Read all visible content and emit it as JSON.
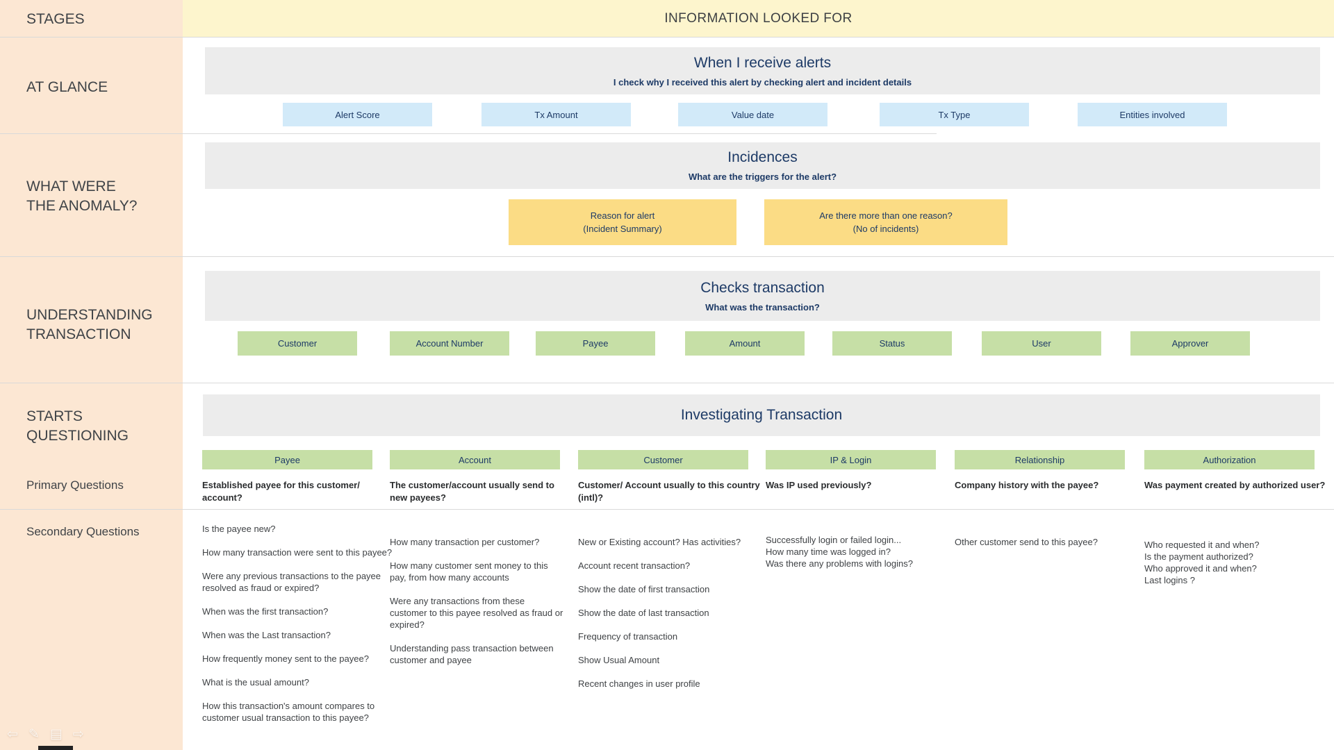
{
  "colors": {
    "sidebar_bg": "#fce7d3",
    "top_band_bg": "#fdf5cd",
    "section_band_bg": "#ececec",
    "chip_blue": "#d2eaf9",
    "chip_yellow": "#fbdc85",
    "chip_green": "#c6dfa6",
    "navy_text": "#1d3a66",
    "dark_text": "#3d4043"
  },
  "stages_header": "STAGES",
  "info_header": "INFORMATION LOOKED FOR",
  "sidebar": {
    "at_glance": "AT GLANCE",
    "anomaly": "WHAT WERE\nTHE ANOMALY?",
    "understanding": "UNDERSTANDING\nTRANSACTION",
    "questioning": "STARTS\nQUESTIONING",
    "primary": "Primary Questions",
    "secondary": "Secondary Questions"
  },
  "sections": {
    "alerts": {
      "title": "When I receive alerts",
      "subtitle": "I check why I received this alert by checking alert and incident details",
      "chips": [
        "Alert Score",
        "Tx Amount",
        "Value date",
        "Tx Type",
        "Entities involved"
      ]
    },
    "incidences": {
      "title": "Incidences",
      "subtitle": "What are the triggers for the alert?",
      "chips": [
        "Reason for alert\n(Incident Summary)",
        "Are there more than one reason?\n(No of incidents)"
      ]
    },
    "checks": {
      "title": "Checks transaction",
      "subtitle": "What was the transaction?",
      "chips": [
        "Customer",
        "Account Number",
        "Payee",
        "Amount",
        "Status",
        "User",
        "Approver"
      ]
    },
    "investigating": {
      "title": "Investigating Transaction",
      "columns": [
        {
          "header": "Payee",
          "primary": "Established payee for this customer/ account?",
          "secondary": [
            "Is the payee new?",
            "How many transaction were sent to this payee?",
            "Were any previous transactions to the payee resolved as fraud or expired?",
            "When was the first transaction?",
            "When was the Last transaction?",
            "How frequently money sent to the payee?",
            "What is the usual amount?",
            "How this transaction's amount compares to customer usual transaction to this payee?"
          ]
        },
        {
          "header": "Account",
          "primary": "The customer/account usually send to new payees?",
          "secondary": [
            "How many transaction per customer?",
            "How many customer sent money to this pay, from how many accounts",
            "Were any transactions from these customer to this payee resolved as fraud or expired?",
            "Understanding pass transaction between customer and payee"
          ]
        },
        {
          "header": "Customer",
          "primary": "Customer/ Account usually to this country (intl)?",
          "secondary": [
            "New or Existing account? Has activities?",
            "Account recent transaction?",
            "Show the date of first transaction",
            "Show the date of last transaction",
            "Frequency of transaction",
            "Show Usual Amount",
            "Recent changes in user profile"
          ]
        },
        {
          "header": "IP & Login",
          "primary": "Was IP used previously?",
          "secondary": [
            "Successfully login or failed login...\nHow many time was logged in?\nWas there any problems with logins?"
          ]
        },
        {
          "header": "Relationship",
          "primary": "Company history with the payee?",
          "secondary": [
            "Other customer send to this payee?"
          ]
        },
        {
          "header": "Authorization",
          "primary": "Was payment created by authorized user?",
          "secondary": [
            "Who requested it and when?\nIs the payment authorized?\nWho approved it and when?\nLast logins ?"
          ]
        }
      ]
    }
  },
  "ghost_toolbar": {
    "back": "⇦",
    "pencil": "✎",
    "notes": "▤",
    "forward": "⇨"
  }
}
